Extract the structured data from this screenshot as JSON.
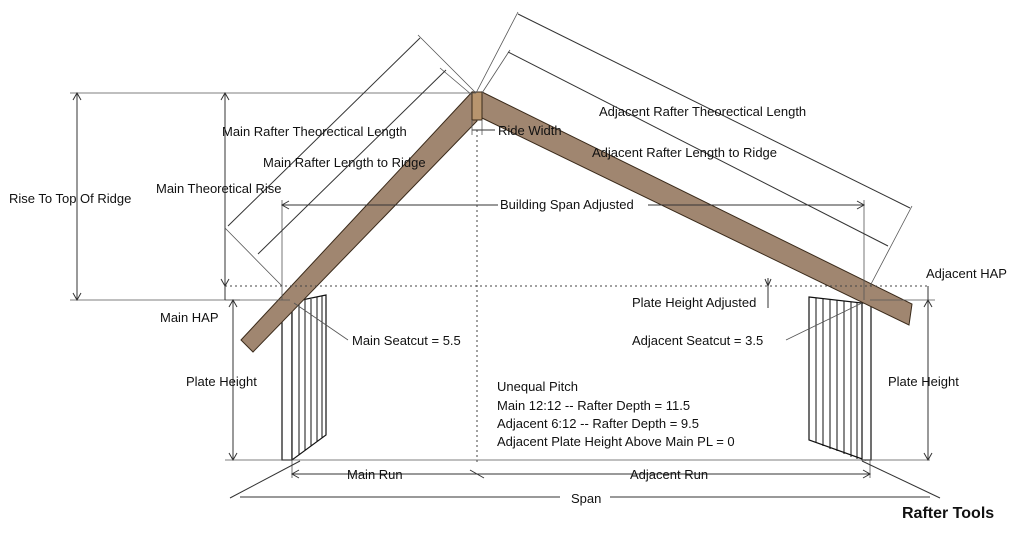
{
  "labels": {
    "rise_to_top": "Rise To Top Of Ridge",
    "main_theoretical_rise": "Main Theoretical Rise",
    "main_rafter_theoretical": "Main Rafter Theorectical Length",
    "main_rafter_to_ridge": "Main Rafter Length to Ridge",
    "ridge_width": "Ride Width",
    "adjacent_rafter_theoretical": "Adjacent Rafter Theorectical Length",
    "adjacent_rafter_to_ridge": "Adjacent Rafter  Length to Ridge",
    "building_span_adjusted": "Building Span Adjusted",
    "adjacent_hap": "Adjacent HAP",
    "plate_height_adjusted": "Plate Height Adjusted",
    "main_hap": "Main HAP",
    "main_seatcut": "Main Seatcut = 5.5",
    "adjacent_seatcut": "Adjacent Seatcut = 3.5",
    "plate_height_left": "Plate Height",
    "plate_height_right": "Plate Height",
    "main_run": "Main Run",
    "adjacent_run": "Adjacent Run",
    "span": "Span"
  },
  "notes": [
    "Unequal Pitch",
    "Main 12:12 -- Rafter Depth = 11.5",
    "Adjacent 6:12 -- Rafter Depth = 9.5",
    "Adjacent Plate Height  Above Main PL = 0"
  ],
  "brand": "Rafter Tools",
  "colors": {
    "rafter": "#a08670",
    "ridge": "#b8956e",
    "lines": "#333333"
  }
}
